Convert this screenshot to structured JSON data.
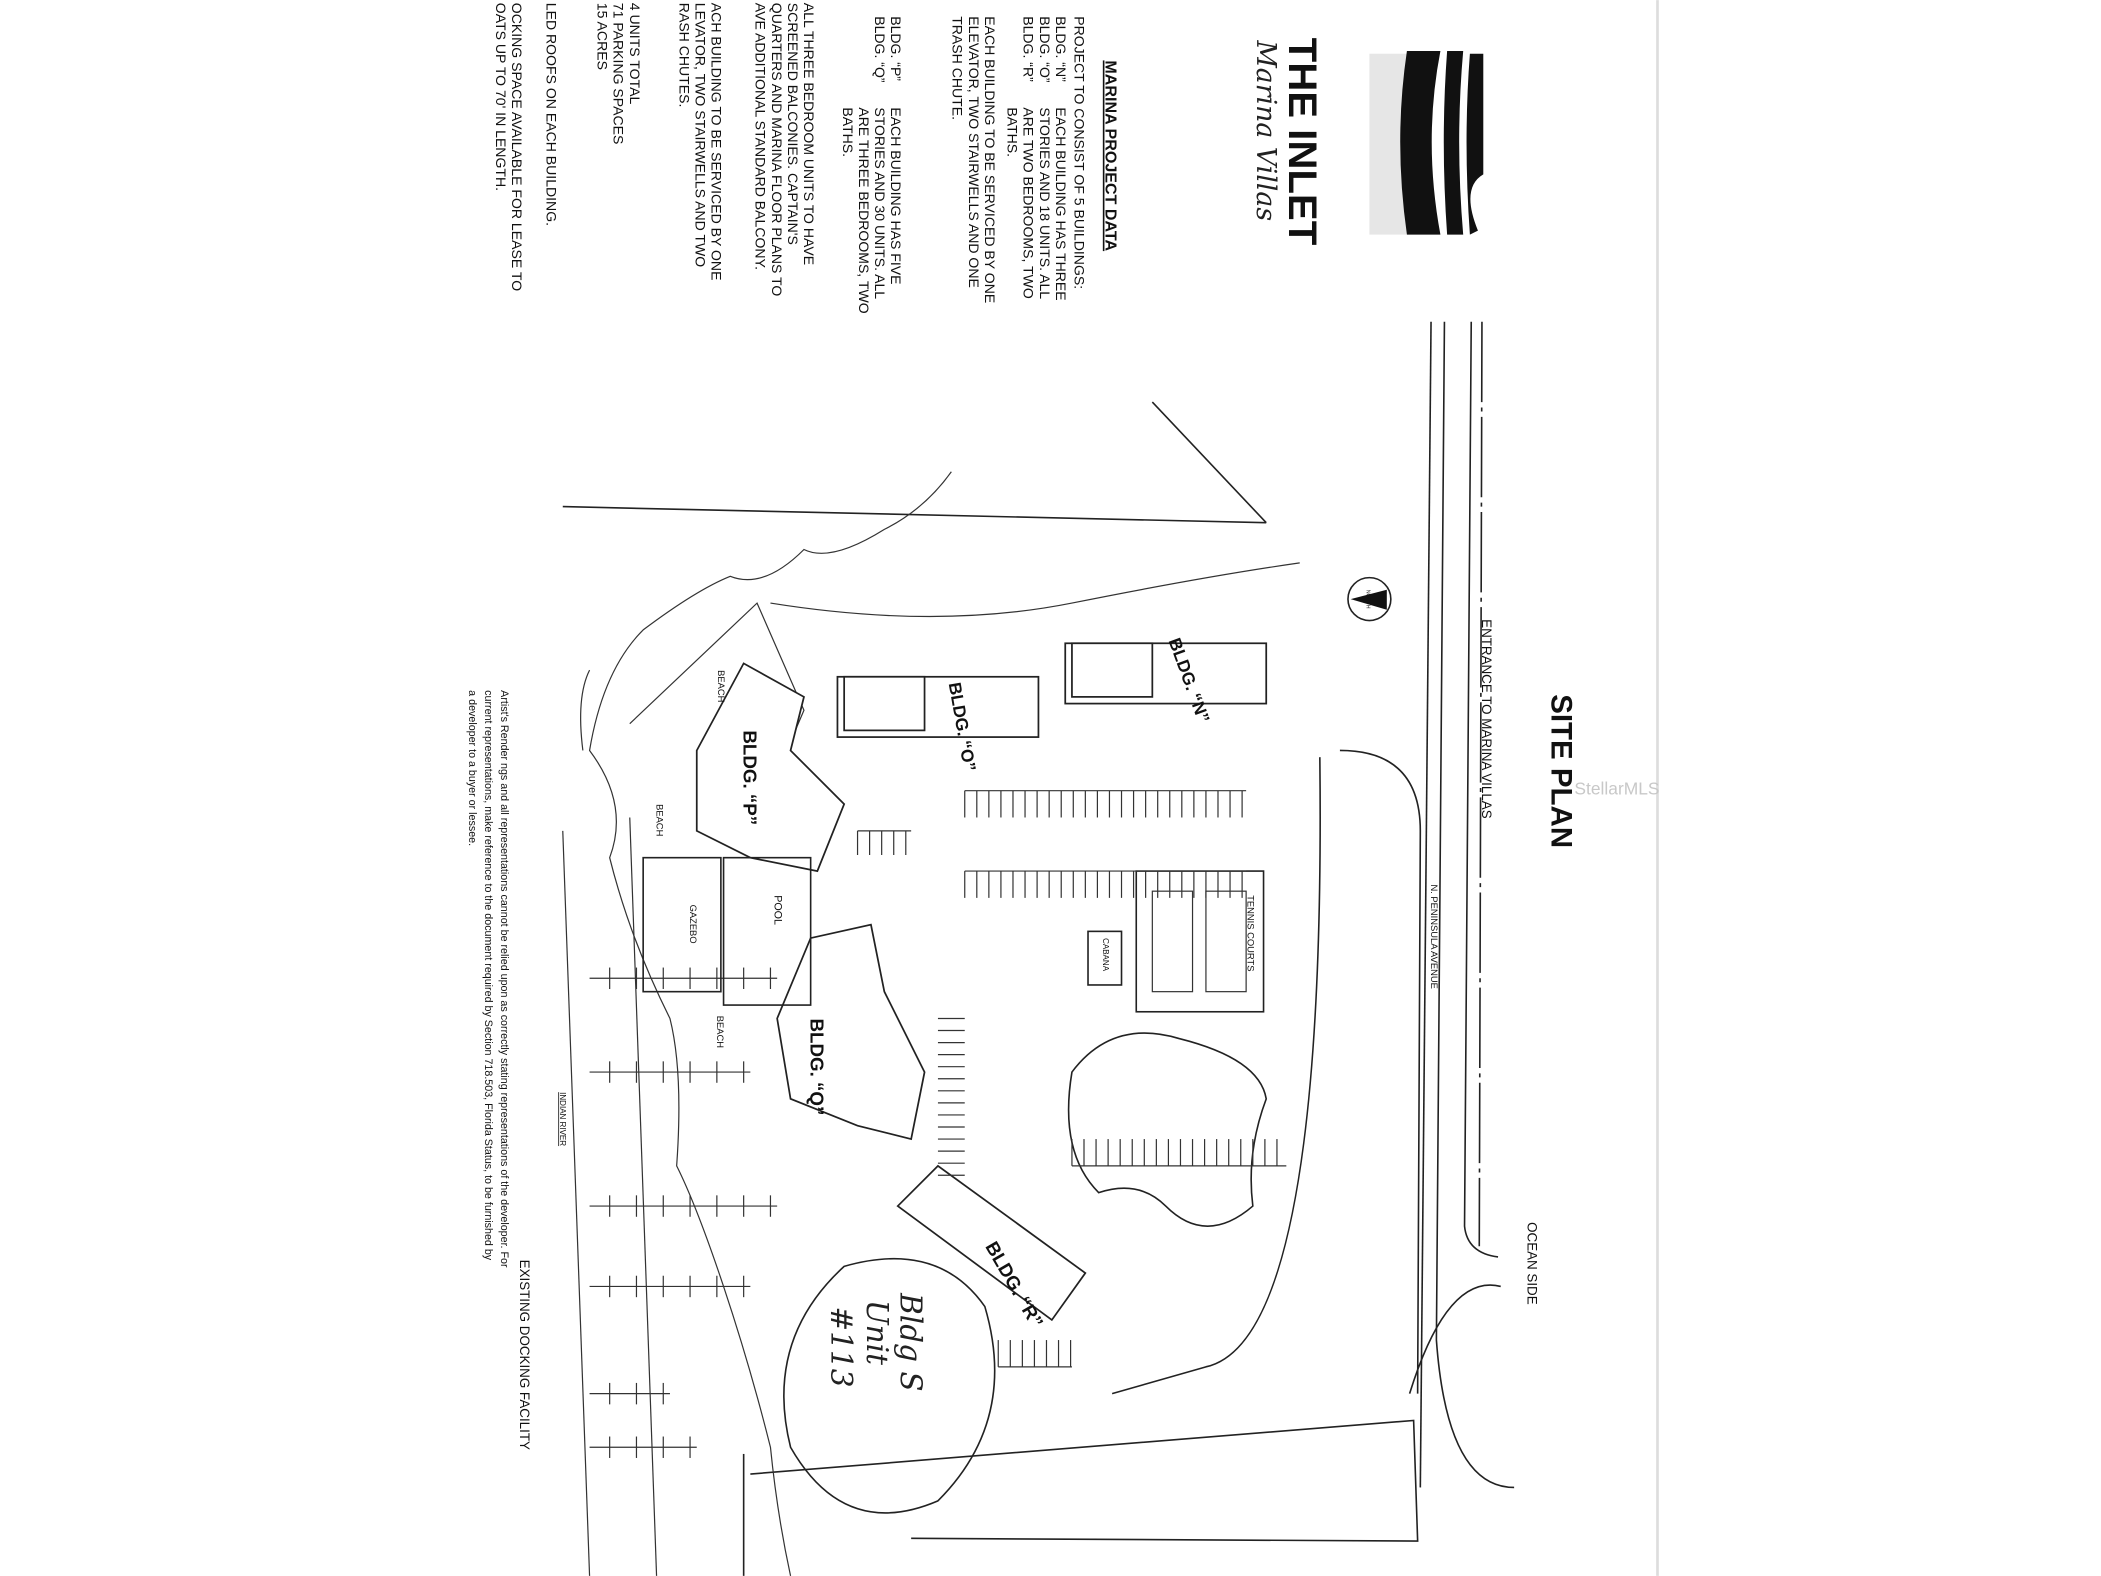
{
  "logo": {
    "title": "THE INLET",
    "subtitle": "Marina Villas"
  },
  "project_data": {
    "heading": "MARINA PROJECT DATA",
    "intro": "PROJECT TO CONSIST OF 5 BUILDINGS:",
    "group1": {
      "labels": [
        "BLDG. “N”",
        "BLDG. “O”",
        "BLDG. “R”"
      ],
      "desc": [
        "EACH BUILDING HAS THREE",
        "STORIES AND 18 UNITS. ALL",
        "ARE TWO BEDROOMS, TWO",
        "BATHS."
      ]
    },
    "service1": [
      "EACH BUILDING TO BE SERVICED BY ONE",
      "ELEVATOR, TWO STAIRWELLS AND ONE",
      "TRASH CHUTE."
    ],
    "group2": {
      "labels": [
        "BLDG. “P”",
        "BLDG. “Q”"
      ],
      "desc": [
        "EACH BUILDING HAS FIVE",
        "STORIES AND 30 UNITS. ALL",
        "ARE THREE BEDROOMS, TWO",
        "BATHS."
      ]
    },
    "three_bedroom": [
      "ALL THREE BEDROOM UNITS TO HAVE",
      "SCREENED BALCONIES. CAPTAIN'S",
      "QUARTERS AND MARINA FLOOR PLANS TO",
      "AVE ADDITIONAL STANDARD BALCONY."
    ],
    "service2": [
      "ACH BUILDING TO BE SERVICED BY ONE",
      "LEVATOR, TWO STAIRWELLS AND TWO",
      "RASH CHUTES."
    ],
    "totals": [
      "4 UNITS TOTAL",
      "71 PARKING SPACES",
      "15 ACRES"
    ],
    "roofs": "LED ROOFS ON EACH BUILDING.",
    "docking": [
      "OCKING SPACE AVAILABLE FOR LEASE TO",
      "OATS UP TO 70' IN LENGTH."
    ]
  },
  "site_plan": {
    "title": "SITE PLAN",
    "entrance": "ENTRANCE TO MARINA VILLAS",
    "avenue": "N. PENINSULA AVENUE",
    "ocean_side": "OCEAN SIDE",
    "docking_facility": "EXISTING DOCKING FACILITY",
    "river": "INDIAN RIVER",
    "buildings": {
      "n": "BLDG. “N”",
      "o": "BLDG. “O”",
      "p": "BLDG. “P”",
      "q": "BLDG. “Q”",
      "r": "BLDG. “R”"
    },
    "tennis": "TENNIS COURTS",
    "cabana": "CABANA",
    "pool": "POOL",
    "gazebo": "GAZEBO",
    "beach": "BEACH",
    "north": "NORTH",
    "disclaimer": [
      "Artist's Render ngs and all representations cannot be relied upon as correctly stating representations of the developer. For",
      "current representations, make reference to the document required by Section 718.503, Florida Status, to be furnished by",
      "a developer to a buyer or lessee."
    ]
  },
  "handwritten_note": [
    "Bldg S",
    "Unit",
    "#113"
  ],
  "watermark": "StellarMLS"
}
